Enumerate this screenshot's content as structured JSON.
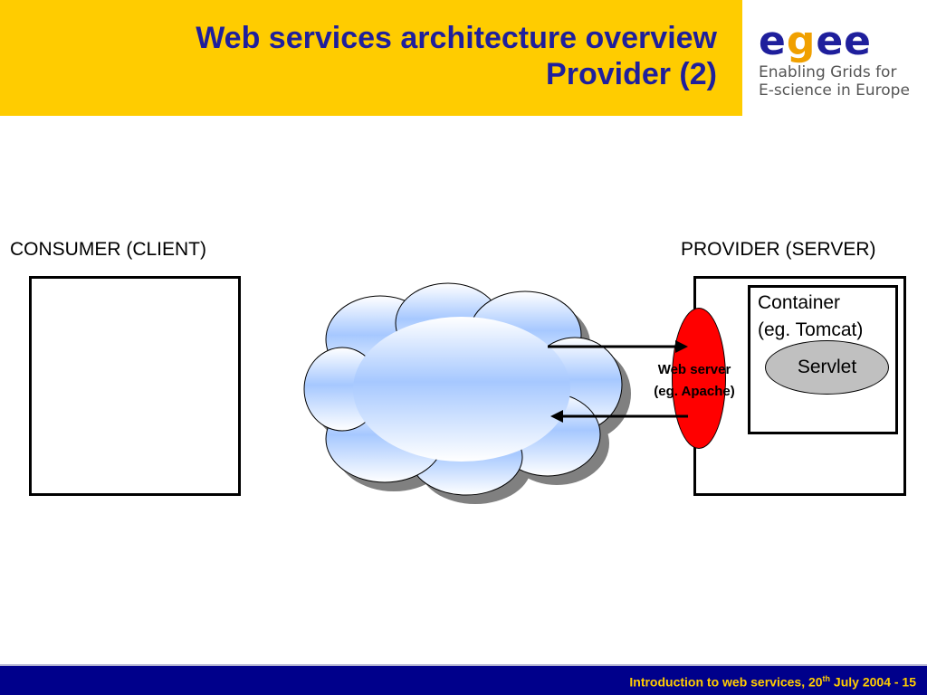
{
  "header": {
    "title_line1": "Web services architecture overview",
    "title_line2": "Provider (2)"
  },
  "logo": {
    "word_part1": "e",
    "word_part2": "g",
    "word_part3": "ee",
    "tagline_line1": "Enabling Grids for",
    "tagline_line2": "E-science in Europe"
  },
  "diagram": {
    "consumer_label": "CONSUMER (CLIENT)",
    "provider_label": "PROVIDER (SERVER)",
    "container_line1": "Container",
    "container_line2": "(eg. Tomcat)",
    "servlet_label": "Servlet",
    "webserver_line1": "Web server",
    "webserver_line2": "(eg. Apache)"
  },
  "footer": {
    "text_prefix": "Introduction to web services, 20",
    "text_sup": "th",
    "text_suffix": " July 2004  - 15"
  },
  "colors": {
    "header_yellow": "#ffcc00",
    "title_blue": "#1f1f9c",
    "footer_navy": "#00008b",
    "webserver_red": "#ff0000",
    "servlet_gray": "#c0c0c0",
    "cloud_blue": "#a6c8ff"
  }
}
